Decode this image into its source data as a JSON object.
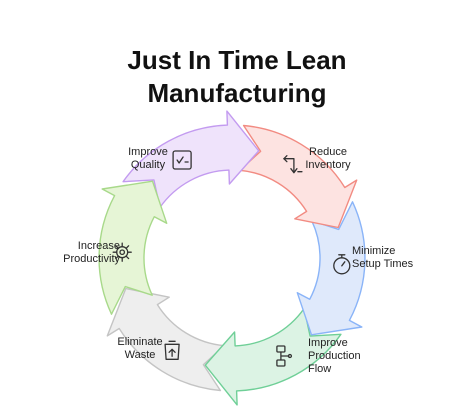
{
  "title": {
    "line1": "Just In Time Lean",
    "line2": "Manufacturing"
  },
  "stages": [
    {
      "id": "reduce-inventory",
      "lines": [
        "Reduce",
        "Inventory"
      ],
      "icon": "flow-arrows-icon",
      "fill": "#fde3e1",
      "stroke": "#f28b82"
    },
    {
      "id": "minimize-setup-times",
      "lines": [
        "Minimize",
        "Setup Times"
      ],
      "icon": "stopwatch-icon",
      "fill": "#dfe9fb",
      "stroke": "#8ab4f8"
    },
    {
      "id": "improve-production-flow",
      "lines": [
        "Improve",
        "Production",
        "Flow"
      ],
      "icon": "flowchart-icon",
      "fill": "#dcf3e4",
      "stroke": "#6fcf97"
    },
    {
      "id": "eliminate-waste",
      "lines": [
        "Eliminate",
        "Waste"
      ],
      "icon": "trash-icon",
      "fill": "#eeeeee",
      "stroke": "#c4c4c4"
    },
    {
      "id": "increase-productivity",
      "lines": [
        "Increase",
        "Productivity"
      ],
      "icon": "gear-icon",
      "fill": "#e6f5d6",
      "stroke": "#a8d98a"
    },
    {
      "id": "improve-quality",
      "lines": [
        "Improve",
        "Quality"
      ],
      "icon": "checklist-icon",
      "fill": "#efe3fb",
      "stroke": "#c39bf0"
    }
  ]
}
